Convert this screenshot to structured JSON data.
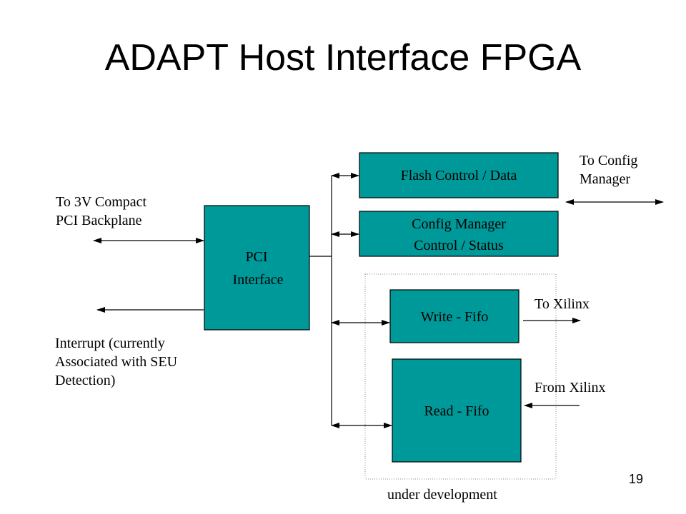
{
  "title": "ADAPT Host Interface FPGA",
  "colors": {
    "box_fill": "#009999",
    "box_stroke": "#000000",
    "line": "#000000",
    "dotted_region": "#888888"
  },
  "blocks": {
    "pci": {
      "line1": "PCI",
      "line2": "Interface"
    },
    "flash": {
      "label": "Flash Control / Data"
    },
    "config_manager": {
      "line1": "Config Manager",
      "line2": "Control / Status"
    },
    "write_fifo": {
      "label": "Write - Fifo"
    },
    "read_fifo": {
      "label": "Read - Fifo"
    }
  },
  "labels": {
    "backplane": "To 3V Compact\nPCI Backplane",
    "interrupt": "Interrupt (currently\nAssociated with SEU\nDetection)",
    "to_config_manager": "To Config\nManager",
    "to_xilinx": "To Xilinx",
    "from_xilinx": "From Xilinx",
    "under_development": "under development"
  },
  "page_number": "19"
}
